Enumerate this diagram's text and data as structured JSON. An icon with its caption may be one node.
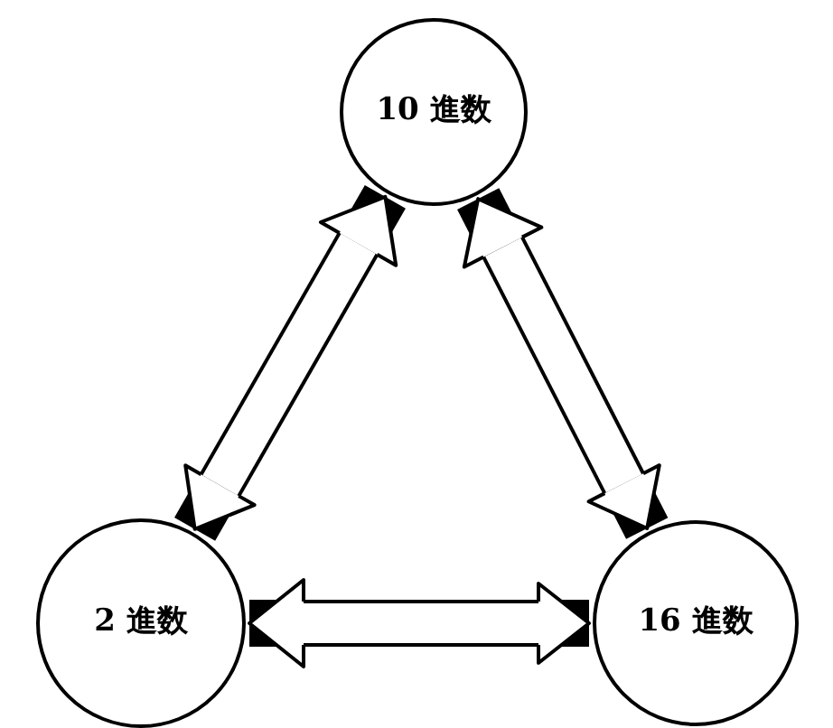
{
  "diagram": {
    "nodes": [
      {
        "text": [
          "10 進数"
        ]
      },
      {
        "text": [
          "2 進数"
        ]
      },
      {
        "text": [
          "16 進数"
        ]
      }
    ],
    "edges": [
      {
        "from": 0,
        "to": 1,
        "arrow": "both"
      },
      {
        "from": 0,
        "to": 2,
        "arrow": "both"
      },
      {
        "from": 1,
        "to": 2,
        "arrow": "both"
      }
    ]
  }
}
